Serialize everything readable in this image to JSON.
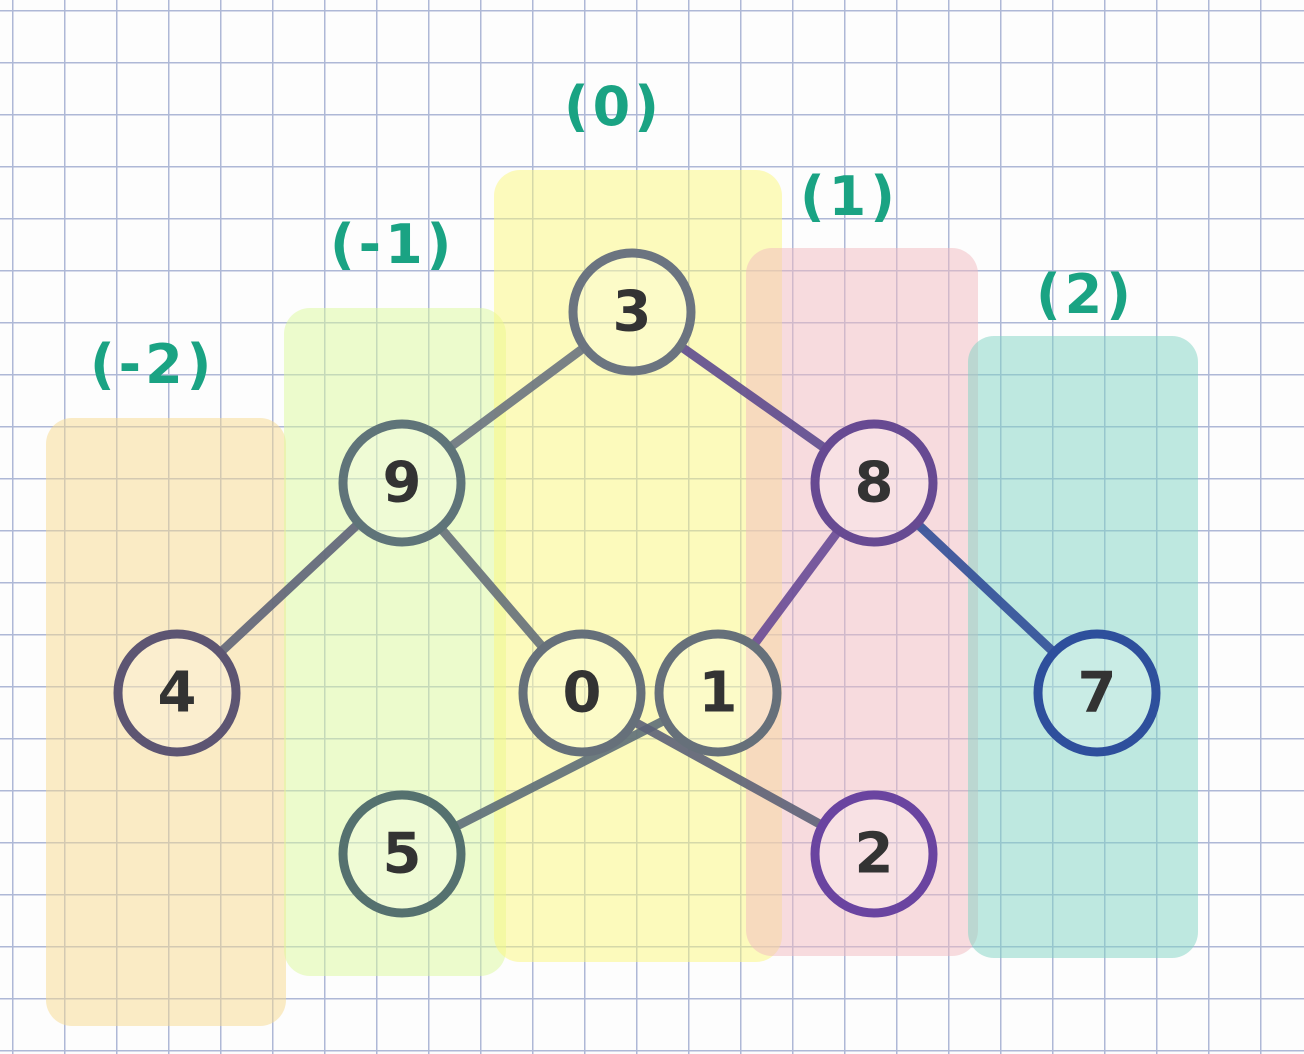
{
  "columns": [
    {
      "label": "(-2)",
      "color": "#f8d98e"
    },
    {
      "label": "(-1)",
      "color": "#dcfa9c"
    },
    {
      "label": "(0)",
      "color": "#fbf77b"
    },
    {
      "label": "(1)",
      "color": "#f2b9bf"
    },
    {
      "label": "(2)",
      "color": "#7fd4c4"
    }
  ],
  "label_color": "#1aa383",
  "nodes": [
    {
      "id": "3",
      "label": "3",
      "column": 0,
      "depth": 0,
      "color": "#6b7480"
    },
    {
      "id": "9",
      "label": "9",
      "column": -1,
      "depth": 1,
      "color": "#5f7479"
    },
    {
      "id": "8",
      "label": "8",
      "column": 1,
      "depth": 1,
      "color": "#674a92"
    },
    {
      "id": "4",
      "label": "4",
      "column": -2,
      "depth": 2,
      "color": "#5d5572"
    },
    {
      "id": "0",
      "label": "0",
      "column": 0,
      "depth": 2,
      "color": "#66707a"
    },
    {
      "id": "1",
      "label": "1",
      "column": 0,
      "depth": 2,
      "color": "#66707a"
    },
    {
      "id": "7",
      "label": "7",
      "column": 2,
      "depth": 2,
      "color": "#2e4f9c"
    },
    {
      "id": "5",
      "label": "5",
      "column": -1,
      "depth": 3,
      "color": "#55716f"
    },
    {
      "id": "2",
      "label": "2",
      "column": 1,
      "depth": 3,
      "color": "#6a44a0"
    }
  ],
  "edges": [
    {
      "from": "3",
      "to": "9",
      "color": "#6b7480"
    },
    {
      "from": "3",
      "to": "8",
      "color": "#5f4b8f"
    },
    {
      "from": "9",
      "to": "4",
      "color": "#5f6478"
    },
    {
      "from": "9",
      "to": "0",
      "color": "#66707a"
    },
    {
      "from": "8",
      "to": "1",
      "color": "#6a4b96"
    },
    {
      "from": "8",
      "to": "7",
      "color": "#324f98"
    },
    {
      "from": "1",
      "to": "5",
      "color": "#5e6e78"
    },
    {
      "from": "0",
      "to": "2",
      "color": "#5d6278"
    }
  ]
}
